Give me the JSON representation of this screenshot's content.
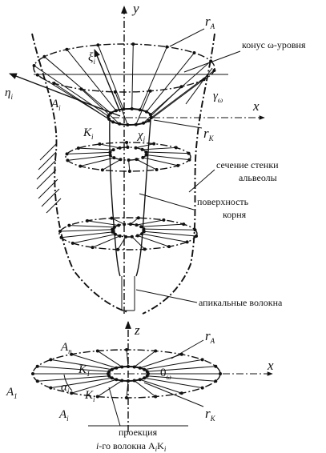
{
  "labels": {
    "y_axis": "y",
    "x_axis_top": "x",
    "z_axis": "z",
    "x_axis_bottom": "x",
    "r_A_top": "r",
    "r_A_top_sub": "A",
    "r_K_top": "r",
    "r_K_top_sub": "K",
    "r_A_bottom": "r",
    "r_A_bottom_sub": "A",
    "r_K_bottom": "r",
    "r_K_bottom_sub": "K",
    "xi": "ξ",
    "xi_sub": "i",
    "eta": "η",
    "eta_sub": "i",
    "chi": "χ",
    "chi_sub": "i",
    "gamma": "γ",
    "gamma_sub": "ω",
    "A_i_top": "A",
    "A_i_top_sub": "i",
    "K_i_top": "K",
    "K_i_top_sub": "i",
    "A_n": "A",
    "A_n_sub": "n",
    "K_1": "K",
    "K_1_sub": "1",
    "A_1": "A",
    "A_1_sub": "1",
    "alpha": "α",
    "alpha_sub": "i",
    "K_i_bottom": "K",
    "K_i_bottom_sub": "i",
    "A_i_bottom": "A",
    "A_i_bottom_sub": "i",
    "O_omega": "0",
    "O_omega_sub": "ω"
  },
  "annotations": {
    "cone": "конус ω-уровня",
    "wall_line1": "сечение стенки",
    "wall_line2": "альвеолы",
    "root_line1": "поверхность",
    "root_line2": "корня",
    "apical": "апикальные волокна",
    "projection_line1": "проекция",
    "projection_line2_prefix": "i",
    "projection_line2_mid": "-го волокна A",
    "projection_line2_sub1": "i",
    "projection_line2_K": "K",
    "projection_line2_sub2": "i"
  }
}
